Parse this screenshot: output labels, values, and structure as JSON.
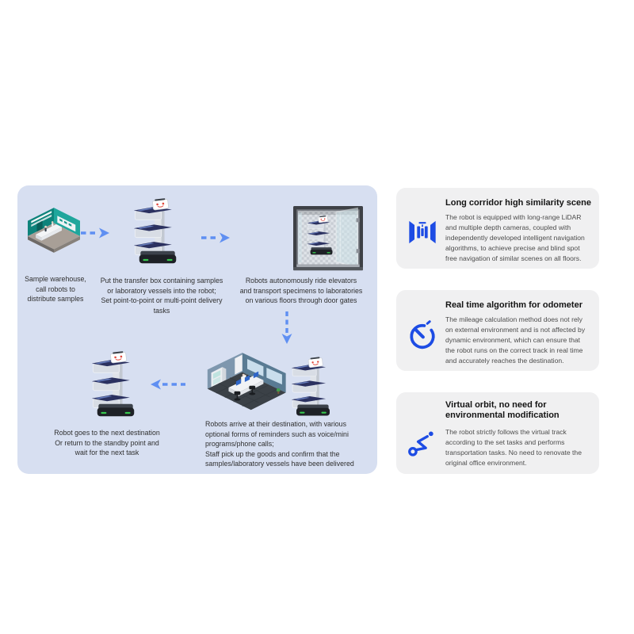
{
  "panel": {
    "captions": {
      "warehouse": "Sample warehouse,\ncall robots to\ndistribute samples",
      "load": "Put the transfer box containing samples\nor laboratory vessels into the robot;\nSet point-to-point or multi-point delivery\ntasks",
      "elevator": "Robots autonomously ride elevators\nand transport specimens to laboratories\non various floors through door gates",
      "arrive": "Robots arrive at their destination, with various\noptional forms of reminders such as voice/mini\nprograms/phone calls;\nStaff pick up the goods and confirm that the\nsamples/laboratory vessels have been delivered",
      "next": "Robot goes to the next destination\nOr return to the standby point and\nwait for the next task"
    }
  },
  "features": [
    {
      "icon": "lidar-icon",
      "title": "Long corridor high similarity scene",
      "body": "The robot is equipped with long-range LiDAR\nand multiple depth cameras, coupled with\nindependently developed intelligent navigation\nalgorithms, to achieve precise and blind spot\nfree navigation of similar scenes on all floors."
    },
    {
      "icon": "odometer-icon",
      "title": "Real time algorithm for odometer",
      "body": "The mileage calculation method does not rely\non external environment and is not affected by\ndynamic environment, which can ensure that\nthe robot runs on the correct track in real time\nand accurately reaches the destination."
    },
    {
      "icon": "route-icon",
      "title": "Virtual orbit, no need for\nenvironmental modification",
      "body": "The robot strictly follows the virtual track\naccording to the set tasks and performs\ntransportation tasks. No need to renovate the\noriginal office environment."
    }
  ],
  "colors": {
    "panel_bg": "#d7dff1",
    "card_bg": "#f0f0f1",
    "arrow_blue": "#5f8ff2",
    "icon_blue": "#1d4ce4",
    "robot_tray_navy": "#2b3160",
    "warehouse_teal": "#1fa69c",
    "title_text": "#141414",
    "body_text": "#4c4c4c"
  }
}
